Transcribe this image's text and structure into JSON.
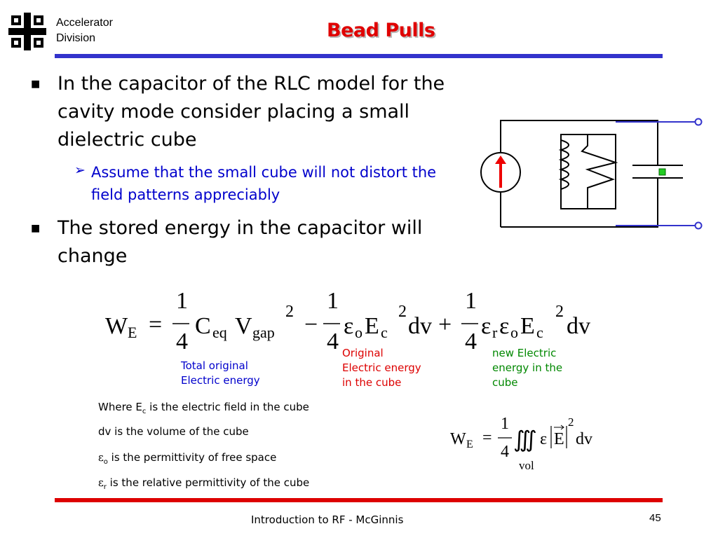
{
  "header": {
    "org_line1": "Accelerator",
    "org_line2": "Division",
    "title": "Bead Pulls"
  },
  "bullets": [
    {
      "text": "In the capacitor of the RLC model for the cavity mode consider placing a small dielectric cube"
    },
    {
      "text": "The stored energy in the capacitor will change"
    }
  ],
  "sub_bullets": [
    {
      "text": "Assume that the small cube will not distort the field patterns appreciably"
    }
  ],
  "equation": {
    "frac": {
      "num": "1",
      "den": "4"
    },
    "lhs_main": "W",
    "lhs_sub": "E",
    "equals": "=",
    "t1_c": "C",
    "t1_csub": "eq",
    "t1_v": "V",
    "t1_vsub": "gap",
    "t1_pow": "2",
    "minus": "−",
    "t2_eps": "ε",
    "t2_epssub": "o",
    "t2_e": "E",
    "t2_esub": "c",
    "t2_pow": "2",
    "t2_dv": "dv",
    "plus": "+",
    "t3_eps1": "ε",
    "t3_eps1sub": "r",
    "t3_eps2": "ε",
    "t3_eps2sub": "o",
    "t3_e": "E",
    "t3_esub": "c",
    "t3_pow": "2",
    "t3_dv": "dv"
  },
  "labels": {
    "total_line1": "Total original",
    "total_line2": "Electric energy",
    "original_line1": "Original",
    "original_line2": "Electric energy",
    "original_line3": "in the cube",
    "new_line1": "new Electric",
    "new_line2": "energy in the",
    "new_line3": "cube"
  },
  "definitions": {
    "ec_pre": "Where E",
    "ec_sub": "c",
    "ec_post": " is the electric field in the cube",
    "dv": "dv is the volume of the cube",
    "eo_sym": "ε",
    "eo_sub": "o",
    "eo_post": " is the permittivity of free space",
    "er_sym": "ε",
    "er_sub": "r",
    "er_post": " is the relative permittivity of the cube"
  },
  "equation2": {
    "lhs_main": "W",
    "lhs_sub": "E",
    "equals": "=",
    "num": "1",
    "den": "4",
    "integral": "∭",
    "eps": "ε",
    "e": "E",
    "pow": "2",
    "dv": "dv",
    "limit": "vol"
  },
  "footer": {
    "text": "Introduction to RF - McGinnis",
    "page": "45"
  },
  "colors": {
    "title": "#e00000",
    "top_bar": "#3333cc",
    "bottom_bar": "#dd0000",
    "sub_bullet": "#0000cc",
    "label_blue": "#0000cc",
    "label_red": "#dd0000",
    "label_green": "#008800",
    "circuit_line": "#3333cc",
    "dielectric_cube": "#22cc22"
  }
}
